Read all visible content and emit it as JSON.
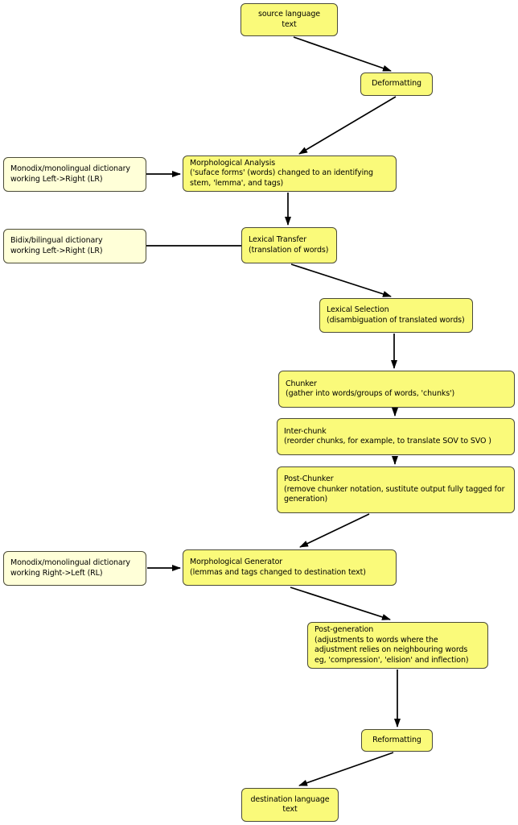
{
  "diagram": {
    "title": "machine translation pipeline flowchart",
    "colors": {
      "node_fill": "#fafa7a",
      "dictionary_fill": "#ffffd8",
      "border": "#4b4b38",
      "edge": "#000000",
      "background": "#ffffff",
      "text": "#000000"
    },
    "nodes": {
      "source": {
        "lines": [
          "source language",
          "text"
        ]
      },
      "deformatting": {
        "lines": [
          "Deformatting"
        ]
      },
      "monodix_lr": {
        "lines": [
          "Monodix/monolingual dictionary",
          "working Left->Right (LR)"
        ]
      },
      "morph_analysis": {
        "lines": [
          "Morphological Analysis",
          "('suface forms' (words) changed to an identifying",
          "stem, 'lemma', and tags)"
        ]
      },
      "bidix_lr": {
        "lines": [
          "Bidix/bilingual dictionary",
          "working Left->Right (LR)"
        ]
      },
      "lexical_transfer": {
        "lines": [
          "Lexical Transfer",
          "(translation of words)"
        ]
      },
      "lexical_selection": {
        "lines": [
          "Lexical Selection",
          "(disambiguation of translated words)"
        ]
      },
      "chunker": {
        "lines": [
          "Chunker",
          "(gather into words/groups of words, 'chunks')"
        ]
      },
      "inter_chunk": {
        "lines": [
          "Inter-chunk",
          "(reorder chunks, for example, to translate SOV to SVO )"
        ]
      },
      "post_chunker": {
        "lines": [
          "Post-Chunker",
          "(remove chunker notation, sustitute output fully tagged for",
          "generation)"
        ]
      },
      "monodix_rl": {
        "lines": [
          "Monodix/monolingual dictionary",
          "working Right->Left (RL)"
        ]
      },
      "morph_generator": {
        "lines": [
          "Morphological Generator",
          "(lemmas and tags changed to destination text)"
        ]
      },
      "post_generation": {
        "lines": [
          "Post-generation",
          "(adjustments to words where the",
          "adjustment relies on neighbouring words",
          "eg, 'compression', 'elision' and inflection)"
        ]
      },
      "reformatting": {
        "lines": [
          "Reformatting"
        ]
      },
      "destination": {
        "lines": [
          "destination language",
          "text"
        ]
      }
    }
  }
}
